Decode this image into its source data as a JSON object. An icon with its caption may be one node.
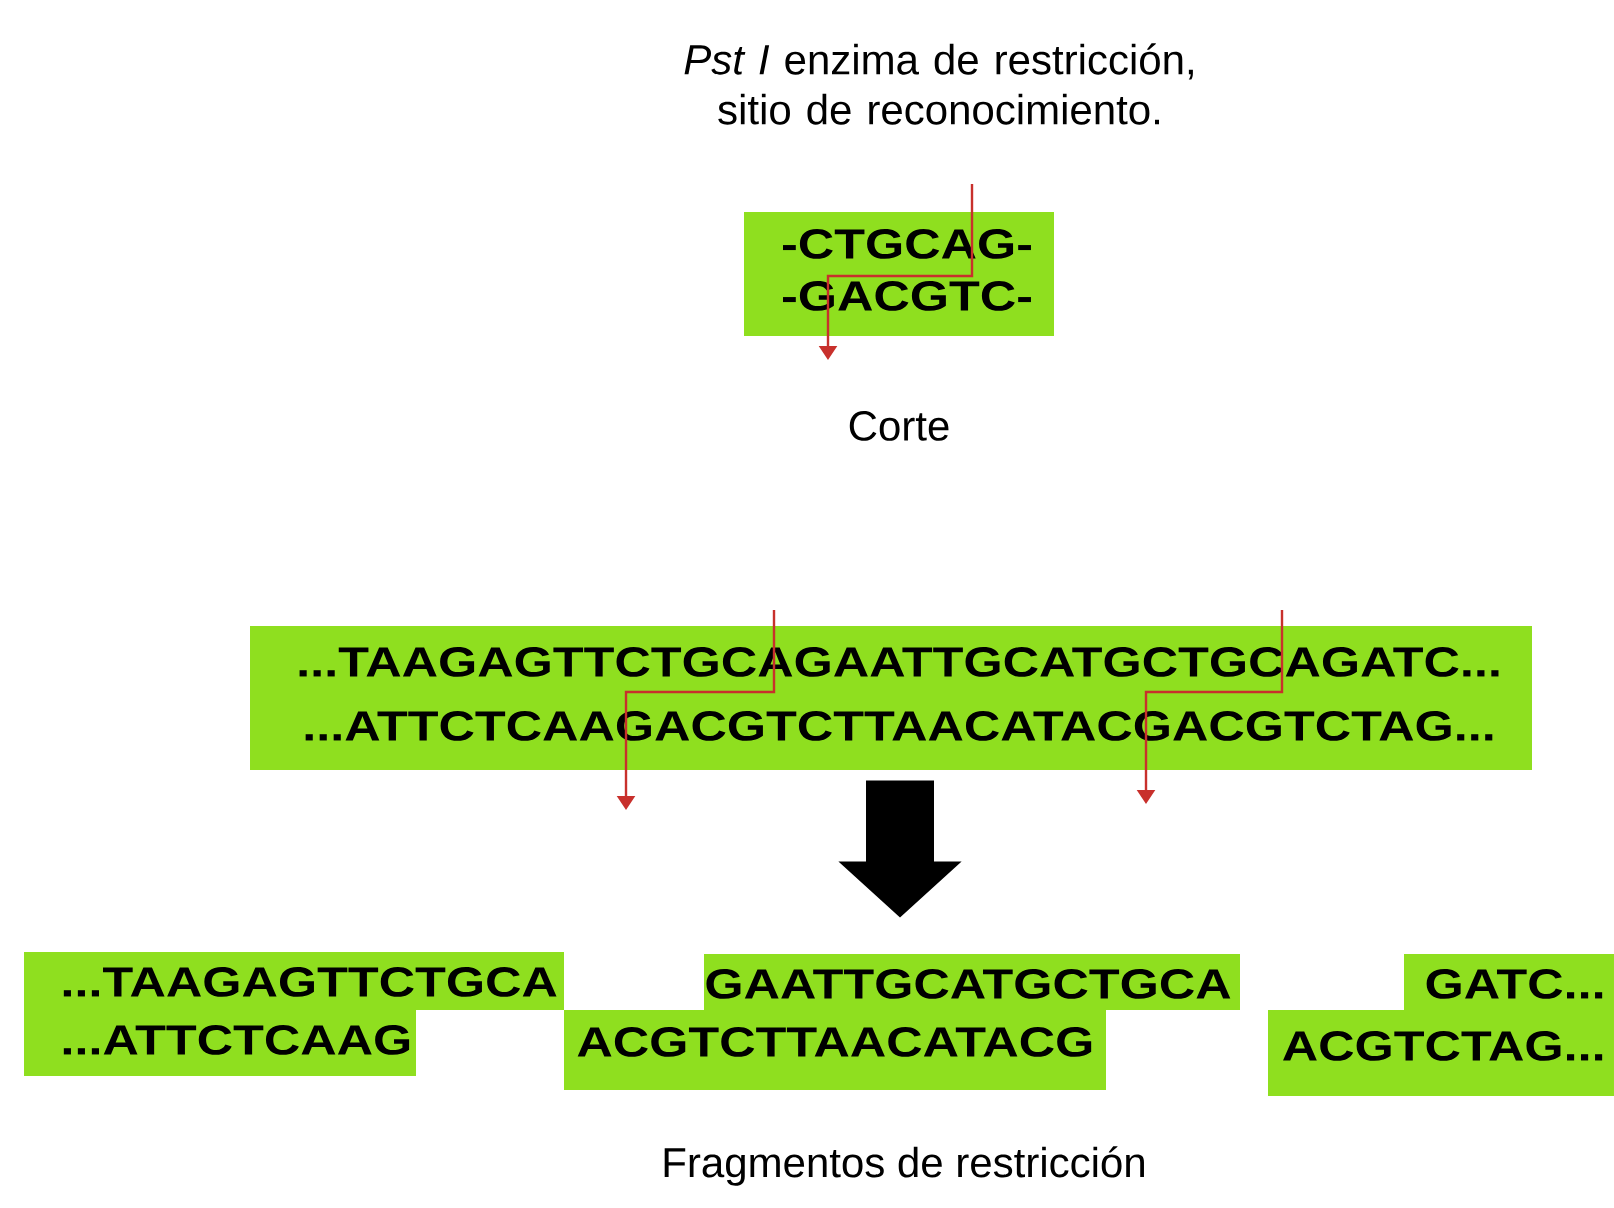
{
  "diagram": {
    "title": "*Pst I* enzima de restricción, sitio de reconocimiento.",
    "nodes": [
      {
        "text": [
          "-CTGCAG-",
          "-GACGTC-"
        ],
        "beside": [
          "Corte"
        ]
      },
      {
        "text": [
          "...TAAGAGTTCTGCAGAATTGCATGCTGCAGATC...",
          "...ATTCTCAAGACGTCTTAACATACGACGTCTAG..."
        ]
      },
      {
        "text": [
          "...TAAGAGTTCTGCA",
          "...ATTCTCAAG"
        ]
      },
      {
        "text": [
          "GAATTGCATGCTGCA",
          "ACGTCTTAACATACG"
        ]
      },
      {
        "text": [
          "GATC...",
          "ACGTCTAG..."
        ]
      }
    ],
    "edges": [
      {
        "from": 1,
        "to": 3,
        "arrow": "to"
      }
    ],
    "labels": [
      "Fragmentos de restricción"
    ]
  }
}
